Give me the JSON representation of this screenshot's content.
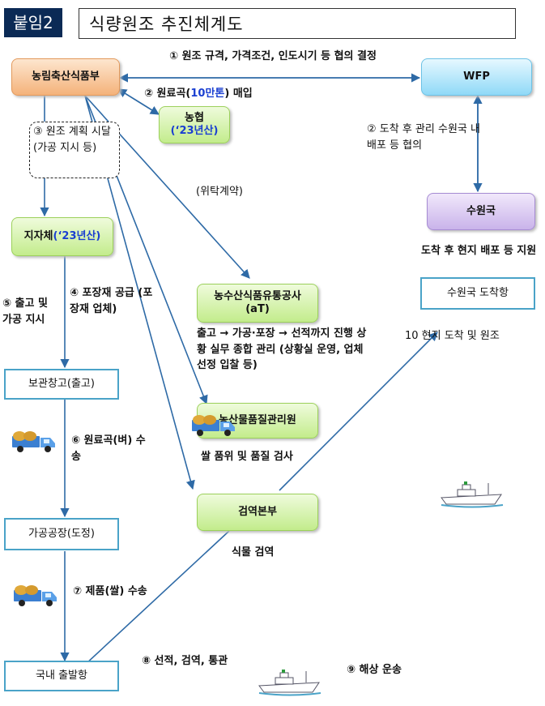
{
  "header": {
    "tag": "붙임2",
    "title": "식량원조 추진체계도"
  },
  "boxes": {
    "ministry": "농림축산식품부",
    "wfp": "WFP",
    "nh_name": "농협",
    "nh_year": "(‘23년산)",
    "local_gov_name": "지자체",
    "local_gov_year": "(‘23년산)",
    "recipient": "수원국",
    "recipient_port": "수원국 도착항",
    "at_name": "농수산식품유통공사",
    "at_abbr": "(aT)",
    "warehouse": "보관창고(출고)",
    "quality": "농산물품질관리원",
    "factory": "가공공장(도정)",
    "quarantine": "검역본부",
    "domestic_port": "국내 출발항"
  },
  "notes": {
    "n1": "① 원조 규격, 가격조건, 인도시기 등 협의 결정",
    "n2_prefix": "② 원료곡(",
    "n2_highlight": "10만톤",
    "n2_suffix": ") 매입",
    "n2b": "② 도착 후 관리 수원국 내 배포 등 협의",
    "n3": "③ 원조 계획 시달(가공 지시 등)",
    "contract": "(위탁계약)",
    "recipient_support": "도착 후 현지 배포 등 지원",
    "n5": "⑤ 출고 및 가공 지시",
    "n4": "④ 포장재 공급 (포장재 업체)",
    "at_desc": "출고 → 가공·포장 → 선적까지 진행 상황 실무 종합 관리 (상황실 운영, 업체 선정 입찰 등)",
    "n10": "10 현지 도착 및 원조",
    "n6": "⑥ 원료곡(벼) 수송",
    "quality_desc": "쌀 품위 및 품질 검사",
    "quarantine_desc": "식물 검역",
    "n7": "⑦ 제품(쌀) 수송",
    "n8": "⑧ 선적, 검역, 통관",
    "n9": "⑨ 해상 운송"
  },
  "colors": {
    "header_bg": "#0b2a55",
    "arrow": "#2e6aa6",
    "highlight": "#1a3fd1"
  }
}
